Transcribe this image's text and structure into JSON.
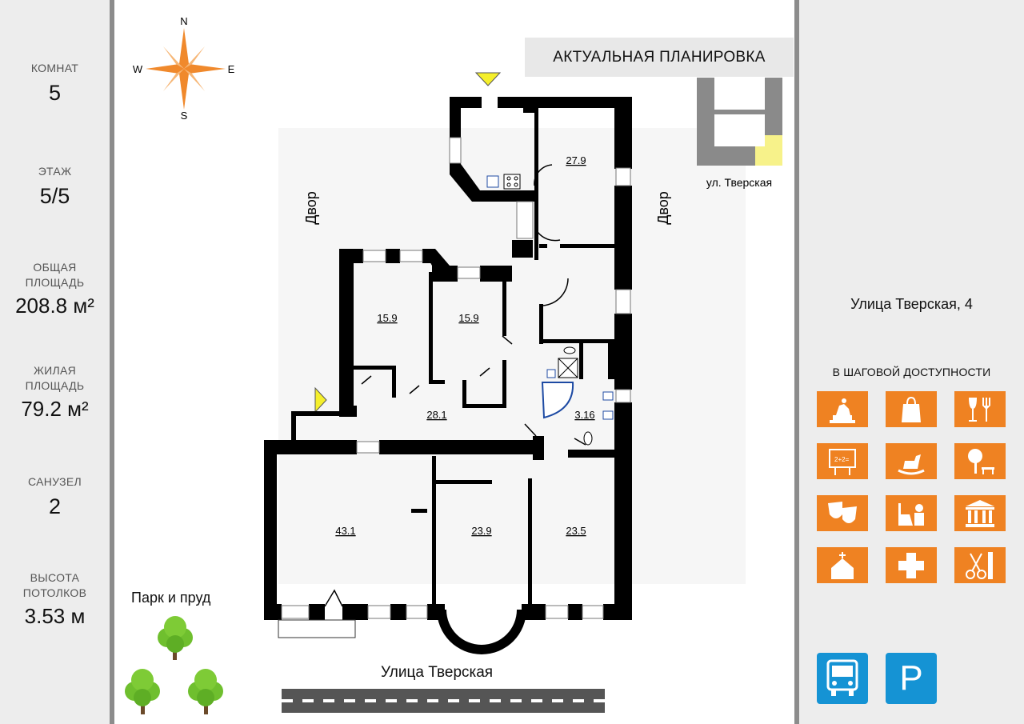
{
  "stats": {
    "rooms": {
      "label": "КОМНАТ",
      "value": "5"
    },
    "floor": {
      "label": "ЭТАЖ",
      "value": "5/5"
    },
    "total_area": {
      "label_line1": "ОБЩАЯ",
      "label_line2": "ПЛОЩАДЬ",
      "value": "208.8 м²"
    },
    "living_area": {
      "label_line1": "ЖИЛАЯ",
      "label_line2": "ПЛОЩАДЬ",
      "value": "79.2 м²"
    },
    "bathrooms": {
      "label": "САНУЗЕЛ",
      "value": "2"
    },
    "ceiling": {
      "label_line1": "ВЫСОТА",
      "label_line2": "ПОТОЛКОВ",
      "value": "3.53 м"
    }
  },
  "compass": {
    "n": "N",
    "s": "S",
    "e": "E",
    "w": "W"
  },
  "banner": "АКТУАЛЬНАЯ ПЛАНИРОВКА",
  "minimap_label": "ул. Тверская",
  "yard_left": "Двор",
  "yard_right": "Двор",
  "rooms": [
    "27.9",
    "15.9",
    "15.9",
    "28.1",
    "3.16",
    "43.1",
    "23.9",
    "23.5"
  ],
  "park_label": "Парк и пруд",
  "street_label": "Улица Тверская",
  "address": "Улица Тверская, 4",
  "nearby_title": "В ШАГОВОЙ ДОСТУПНОСТИ",
  "amenities": [
    "monument-icon",
    "shopping-bag-icon",
    "restaurant-icon",
    "school-icon",
    "kindergarten-icon",
    "park-icon",
    "theatre-icon",
    "education-icon",
    "museum-icon",
    "church-icon",
    "hospital-icon",
    "barber-icon"
  ],
  "transport": [
    "bus-icon",
    "parking-icon"
  ],
  "transport_labels": {
    "parking": "P"
  },
  "colors": {
    "accent_orange": "#ef8222",
    "transport_blue": "#1593d4",
    "minimap_highlight": "#f7f28a",
    "wall": "#000000"
  }
}
